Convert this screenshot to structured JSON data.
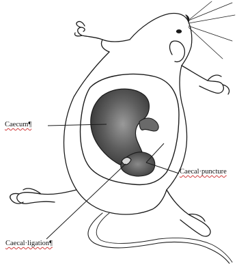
{
  "labels": {
    "caecum": "Caecum¶",
    "caecal_puncture": "Caecal·puncture",
    "caecal_ligation": "Caecal·ligation¶"
  },
  "colors": {
    "ink": "#1a1a1a",
    "caecum_fill": "#5a5a5a",
    "spell_underline": "#d03a3a"
  }
}
